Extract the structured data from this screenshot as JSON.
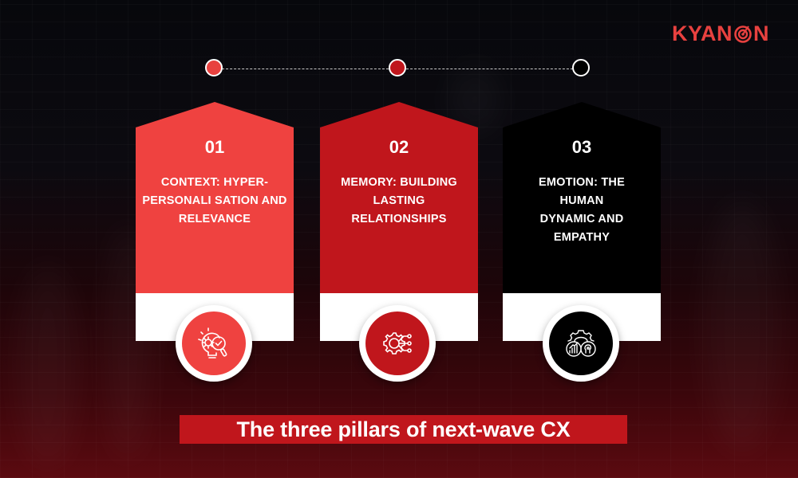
{
  "brand": {
    "logo_text_left": "KYAN",
    "logo_text_right": "N",
    "logo_icon": "target-icon",
    "accent_color": "#e8413f"
  },
  "timeline": {
    "steps": [
      {
        "color": "#e8413f"
      },
      {
        "color": "#c0161c"
      },
      {
        "color": "#000000"
      }
    ]
  },
  "pillars": [
    {
      "number": "01",
      "title": "CONTEXT: HYPER-PERSONALI SATION AND RELEVANCE",
      "color": "#ef4240",
      "icon": "lightbulb-gear-magnifier-icon"
    },
    {
      "number": "02",
      "title": "MEMORY: BUILDING LASTING RELATIONSHIPS",
      "color": "#c0161c",
      "icon": "gear-circuit-icon"
    },
    {
      "number": "03",
      "title": "EMOTION: THE HUMAN DYNAMIC AND EMPATHY",
      "color": "#000000",
      "icon": "gear-chart-mind-icon"
    }
  ],
  "footer": {
    "banner_text": "The three pillars of next-wave CX",
    "banner_color": "#c0161c"
  }
}
